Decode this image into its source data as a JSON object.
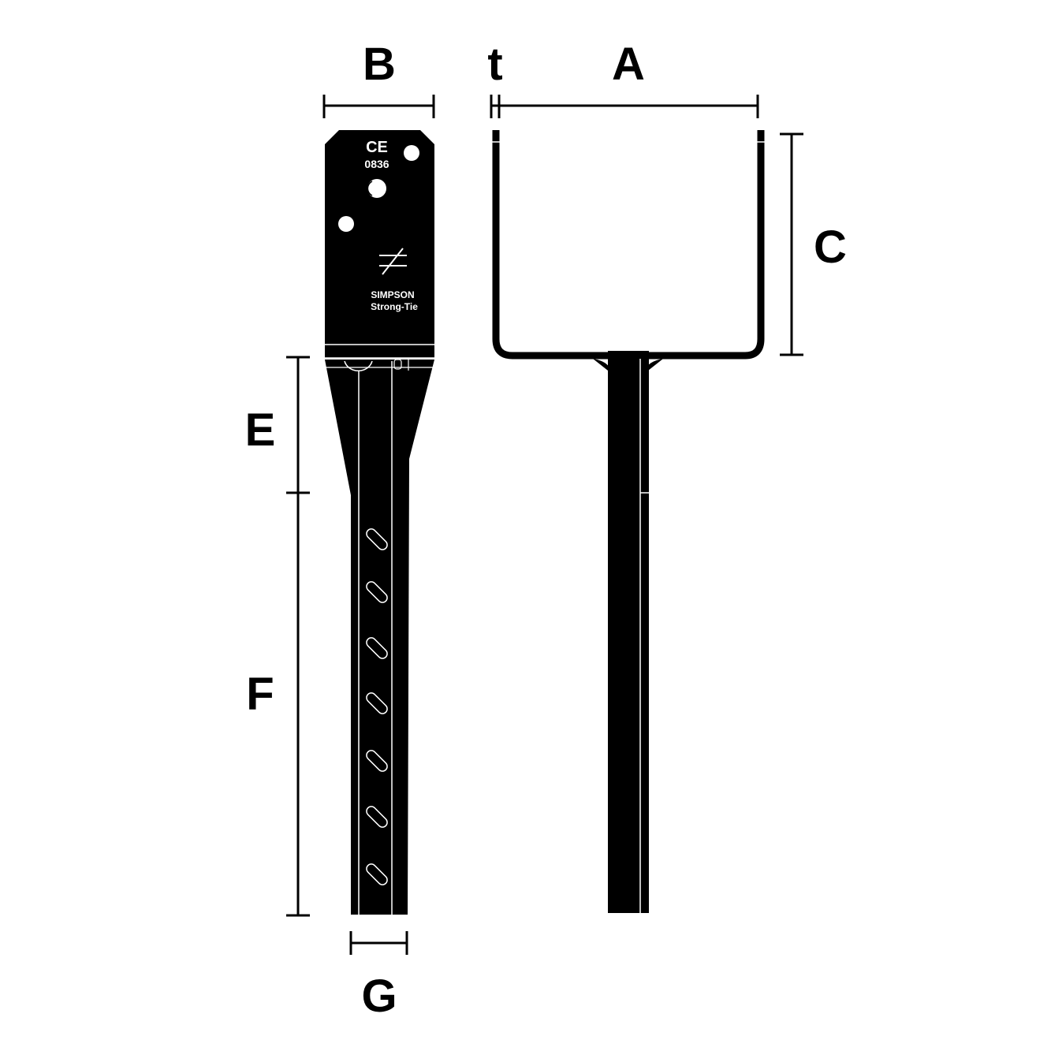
{
  "labels": {
    "A": "A",
    "B": "B",
    "C": "C",
    "E": "E",
    "F": "F",
    "G": "G",
    "t": "t"
  },
  "plate_marking": {
    "ce": "CE",
    "code": "0836",
    "brand_line1": "SIMPSON",
    "brand_line2": "Strong-Tie"
  },
  "colors": {
    "ink": "#000000",
    "paper": "#ffffff"
  }
}
